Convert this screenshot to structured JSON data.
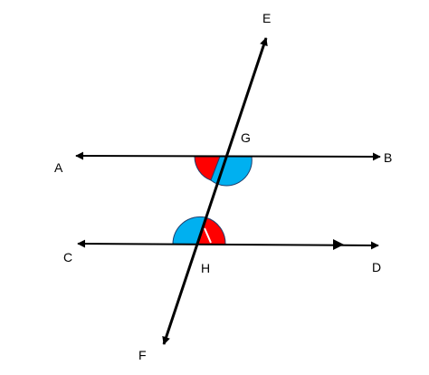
{
  "points": {
    "A": "A",
    "B": "B",
    "C": "C",
    "D": "D",
    "E": "E",
    "F": "F",
    "G": "G",
    "H": "H"
  },
  "colors": {
    "line": "#000000",
    "angle_red": "#ff0000",
    "angle_blue": "#00b0f0",
    "arc_outline": "#1f3d6b"
  }
}
